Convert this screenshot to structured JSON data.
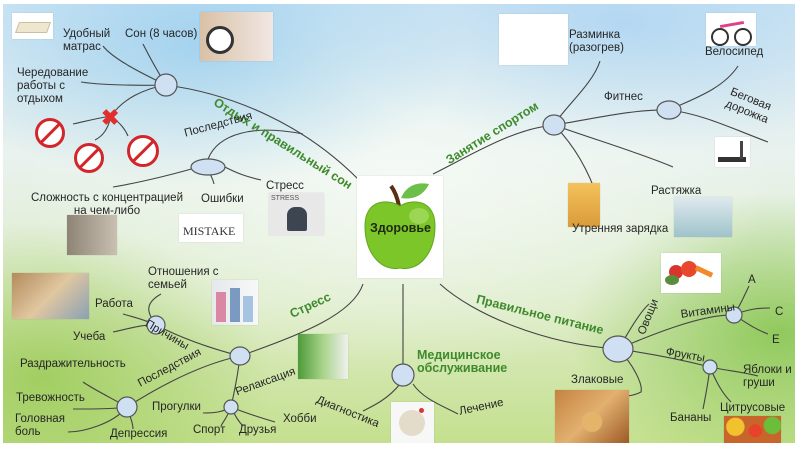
{
  "center": {
    "label": "Здоровье"
  },
  "branches": {
    "rest": {
      "title": "Отдых и правильный сон",
      "items": [
        "Удобный матрас",
        "Сон (8 часов)",
        "Чередование работы с отдыхом"
      ],
      "forbidden": [
        "no-smoking-icon",
        "no-drugs-icon",
        "no-alcohol-icon"
      ],
      "consequences": {
        "title": "Последствия",
        "items": [
          "Сложность с концентрацией на чем-либо",
          "Ошибки",
          "Стресс"
        ]
      }
    },
    "sport": {
      "title": "Занятие спортом",
      "items": [
        "Разминка (разогрев)",
        "Утренняя зарядка",
        "Растяжка"
      ],
      "fitness": {
        "title": "Фитнес",
        "items": [
          "Велосипед",
          "Беговая дорожка"
        ]
      }
    },
    "stress": {
      "title": "Стресс",
      "causes": {
        "title": "Причины",
        "items": [
          "Отношения с семьей",
          "Работа",
          "Учеба"
        ]
      },
      "consequences": {
        "title": "Последствия",
        "items": [
          "Раздражительность",
          "Тревожность",
          "Головная боль",
          "Депрессия"
        ]
      },
      "relaxation": {
        "title": "Релаксация",
        "items": [
          "Прогулки",
          "Спорт",
          "Друзья",
          "Хобби"
        ]
      }
    },
    "medical": {
      "title": "Медицинское обслуживание",
      "items": [
        "Диагностика",
        "Лечение"
      ]
    },
    "nutrition": {
      "title": "Правильное питание",
      "items": [
        "Овощи",
        "Злаковые"
      ],
      "vitamins": {
        "title": "Витамины",
        "items": [
          "A",
          "C",
          "E"
        ]
      },
      "fruits": {
        "title": "Фрукты",
        "items": [
          "Яблоки и груши",
          "Бананы",
          "Цитрусовые"
        ]
      }
    }
  },
  "mistake_image_text": "MISTAKE",
  "stress_image_text": "STRESS",
  "colors": {
    "branch_label": "#3e8a2c",
    "node_fill": "#cfe0f3",
    "apple": "#7cc62a"
  }
}
